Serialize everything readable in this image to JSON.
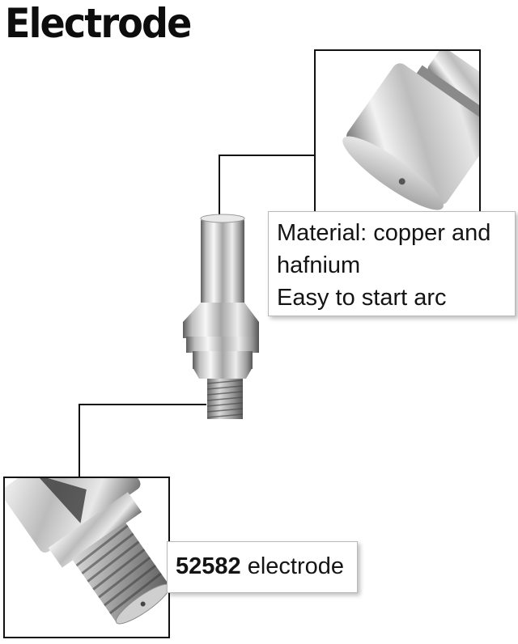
{
  "title": "Electrode",
  "callouts": {
    "material": {
      "line1": "Material: copper and",
      "line2": "hafnium",
      "line3": "Easy to start arc"
    },
    "part": {
      "number": "52582",
      "label": " electrode"
    }
  },
  "icons": {
    "top_detail": "electrode-tip-closeup-icon",
    "center_product": "electrode-product-icon",
    "bottom_detail": "electrode-thread-closeup-icon"
  }
}
